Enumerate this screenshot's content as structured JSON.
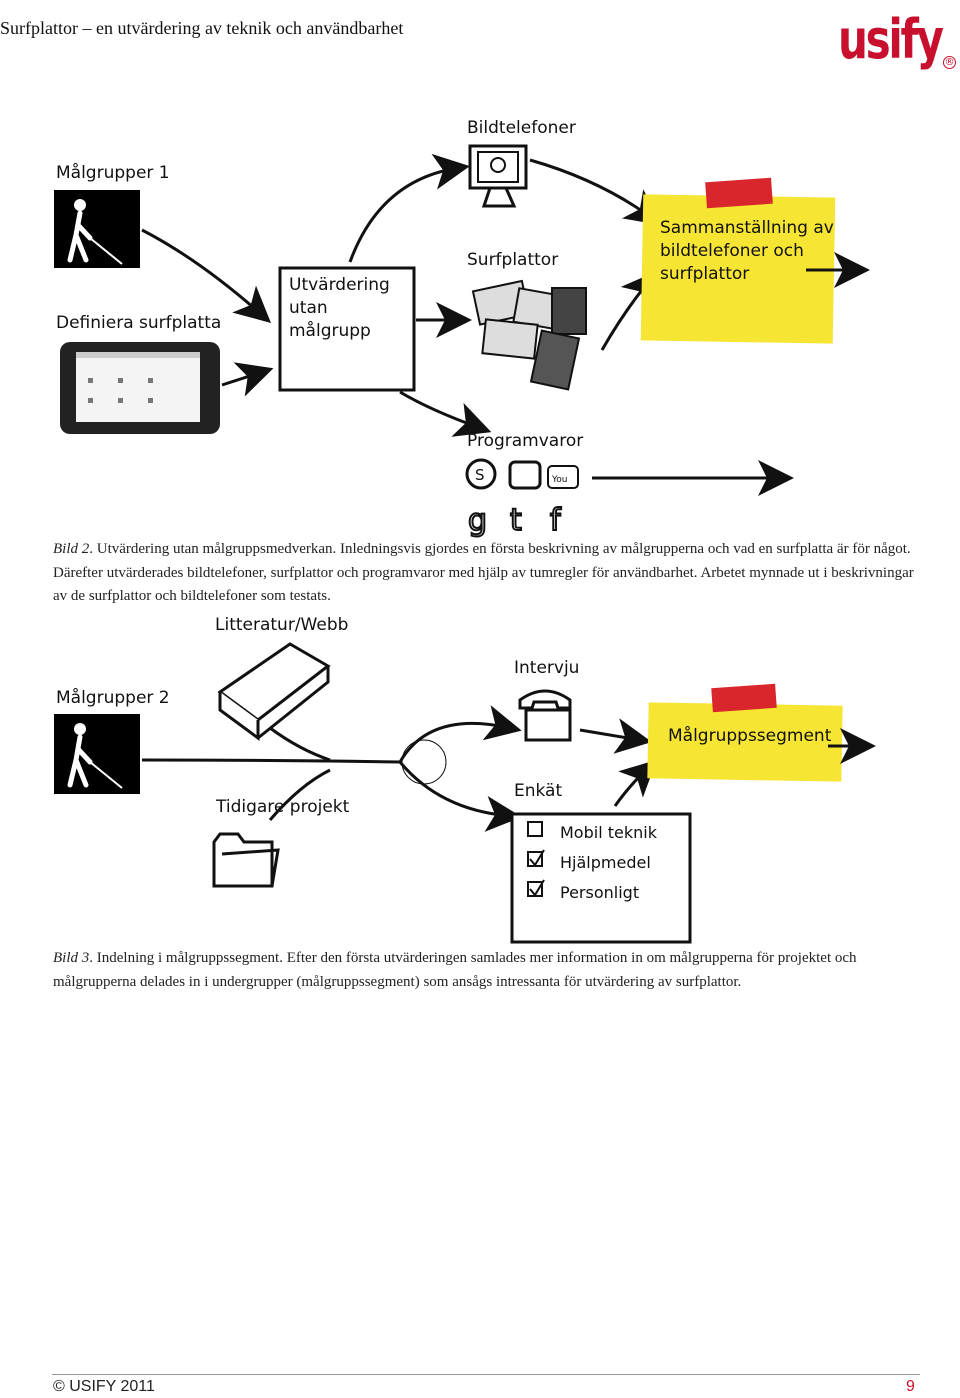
{
  "header": {
    "title": "Surfplattor – en utvärdering av teknik och användbarhet",
    "logo_text": "usify",
    "logo_mark": "®"
  },
  "diagram1": {
    "malgrupper": "Målgrupper 1",
    "definiera": "Definiera surfplatta",
    "utv_line1": "Utvärdering",
    "utv_line2": "utan",
    "utv_line3": "målgrupp",
    "bildtelefoner": "Bildtelefoner",
    "surfplattor": "Surfplattor",
    "programvaror": "Programvaror",
    "note_line1": "Sammanställning av",
    "note_line2": "bildtelefoner och",
    "note_line3": "surfplattor",
    "software_icons": [
      "skype-icon",
      "phone-icon",
      "youtube-icon",
      "google-icon",
      "twitter-icon",
      "facebook-icon"
    ]
  },
  "caption1": {
    "label": "Bild 2",
    "text": ". Utvärdering utan målgruppsmedverkan. Inledningsvis gjordes en första beskrivning av målgrupperna och vad en surfplatta är för något. Därefter utvärderades bildtelefoner, surfplattor och programvaror med hjälp av tumregler för användbarhet. Arbetet mynnade ut i beskrivningar av de surfplattor och bildtelefoner som testats."
  },
  "diagram2": {
    "litteratur": "Litteratur/Webb",
    "malgrupper": "Målgrupper 2",
    "intervju": "Intervju",
    "tidigare": "Tidigare projekt",
    "enkat": "Enkät",
    "note": "Målgruppssegment",
    "checklist": [
      {
        "label": "Mobil teknik",
        "checked": false
      },
      {
        "label": "Hjälpmedel",
        "checked": true
      },
      {
        "label": "Personligt",
        "checked": true
      }
    ]
  },
  "caption2": {
    "label": "Bild 3",
    "text": ". Indelning i målgruppssegment. Efter den första utvärderingen samlades mer information in om målgrupperna för projektet och målgrupperna delades in i undergrupper (målgruppssegment) som ansågs intressanta för utvärdering av surfplattor."
  },
  "footer": {
    "copyright": "© USIFY 2011",
    "page": "9"
  },
  "colors": {
    "brand": "#c8102e",
    "sticky": "#f7e533",
    "tape": "#d9262c"
  }
}
